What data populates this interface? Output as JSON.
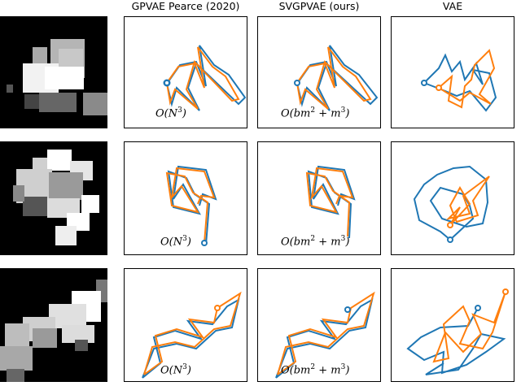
{
  "columns": [
    {
      "key": "image",
      "title": ""
    },
    {
      "key": "gpvae",
      "title": "GPVAE Pearce (2020)"
    },
    {
      "key": "svgpvae",
      "title": "SVGPVAE (ours)"
    },
    {
      "key": "vae",
      "title": "VAE"
    }
  ],
  "complexity": {
    "gpvae": "O(N",
    "gpvae_exp": "3",
    "gpvae_close": ")",
    "svgpvae": "O(bm",
    "svgpvae_exp1": "2",
    "svgpvae_mid": " + m",
    "svgpvae_exp2": "3",
    "svgpvae_close": ")"
  },
  "colors": {
    "truth": "#1f77b4",
    "prediction": "#ff7f0e"
  }
}
